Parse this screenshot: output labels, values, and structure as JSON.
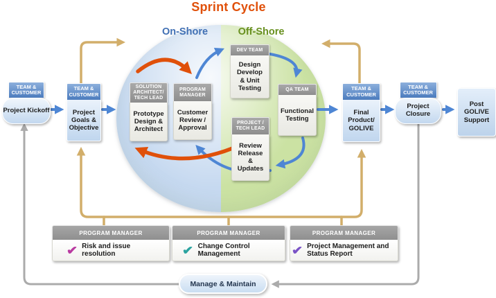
{
  "title": "Sprint Cycle",
  "zones": {
    "onshore": "On-Shore",
    "offshore": "Off-Shore"
  },
  "nodes": {
    "kickoff": {
      "role": "TEAM & CUSTOMER",
      "label": "Project Kickoff"
    },
    "goals": {
      "role": "TEAM & CUSTOMER",
      "label": "Project Goals & Objective"
    },
    "prototype": {
      "role": "SOLUTION ARCHITECT/ TECH LEAD",
      "label": "Prototype Design & Architect"
    },
    "review": {
      "role": "PROGRAM MANAGER",
      "label": "Customer Review / Approval"
    },
    "dev": {
      "role": "DEV TEAM",
      "label": "Design Develop & Unit Testing"
    },
    "qa": {
      "role": "QA TEAM",
      "label": "Functional Testing"
    },
    "release": {
      "role": "PROJECT / TECH LEAD",
      "label": "Review Release & Updates"
    },
    "final": {
      "role": "TEAM & CUSTOMER",
      "label": "Final Product/ GOLIVE"
    },
    "closure": {
      "role": "TEAM & CUSTOMER",
      "label": "Project Closure"
    },
    "post": {
      "label": "Post GOLIVE Support"
    }
  },
  "pm_boxes": [
    {
      "role": "PROGRAM MANAGER",
      "label": "Risk and issue resolution",
      "check_color": "#b93aa1"
    },
    {
      "role": "PROGRAM MANAGER",
      "label": "Change Control Management",
      "check_color": "#2ba3a0"
    },
    {
      "role": "PROGRAM MANAGER",
      "label": "Project Management and Status Report",
      "check_color": "#7a53c6"
    }
  ],
  "maintain": {
    "label": "Manage & Maintain"
  },
  "icons": {
    "check": "✔"
  },
  "colors": {
    "title": "#e0500a",
    "onshore_label": "#4170b4",
    "offshore_label": "#68901f",
    "onshore_fill": "#c6d9f0",
    "offshore_fill": "#cbe2a3",
    "flow_arrow": "#4e86d4",
    "cycle_arrow": "#e0500a",
    "feedback_arrow": "#d2ae6a",
    "maintain_arrow": "#ababab"
  }
}
